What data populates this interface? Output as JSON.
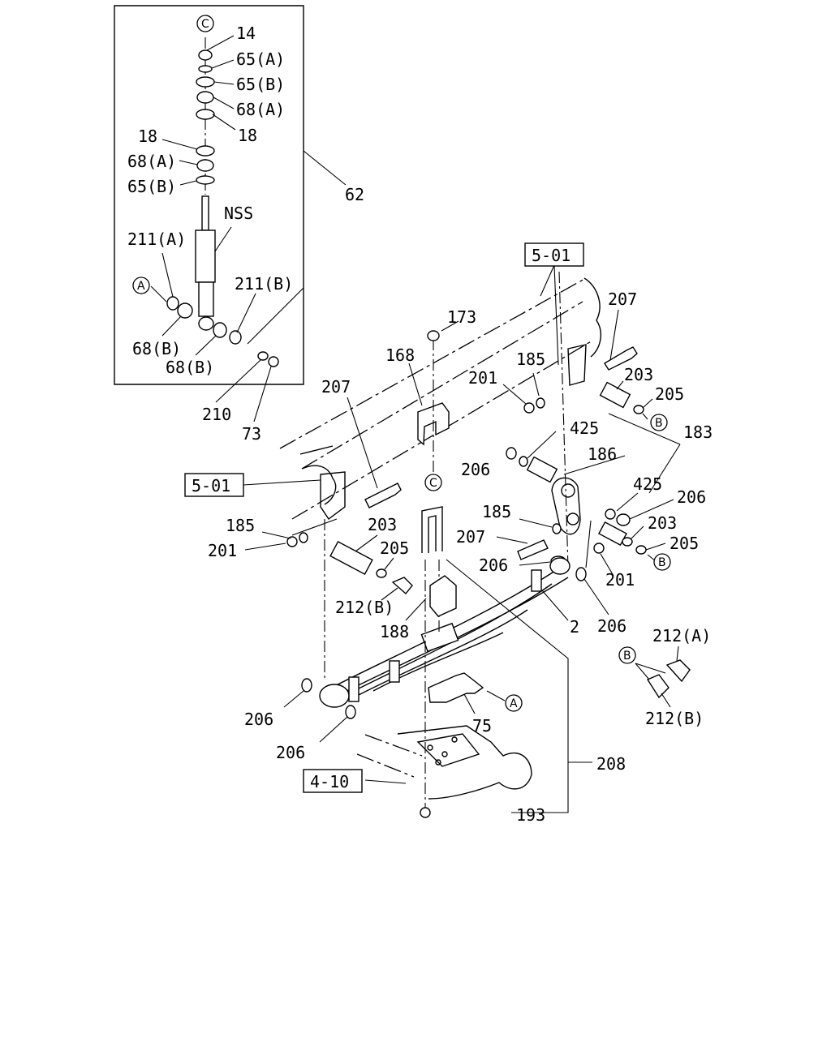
{
  "callouts": {
    "c_top": "C",
    "c_bottom": "C",
    "a_left": "A",
    "a_right": "A",
    "b_1": "B",
    "b_2": "B",
    "b_3": "B"
  },
  "refs": {
    "ref_501_top": "5-01",
    "ref_501_left": "5-01",
    "ref_410": "4-10"
  },
  "labels": {
    "l14": "14",
    "l65a": "65(A)",
    "l65b_top": "65(B)",
    "l68a_top": "68(A)",
    "l18_right": "18",
    "l18_left": "18",
    "l68a_left": "68(A)",
    "l65b_left": "65(B)",
    "lnss": "NSS",
    "l211a": "211(A)",
    "l211b": "211(B)",
    "l68b_left": "68(B)",
    "l68b_bottom": "68(B)",
    "l62": "62",
    "l210": "210",
    "l73": "73",
    "l173": "173",
    "l168": "168",
    "l207_top": "207",
    "l185_top": "185",
    "l201_top": "201",
    "l203_top": "203",
    "l205_top": "205",
    "l183": "183",
    "l425_top": "425",
    "l186": "186",
    "l206_mid": "206",
    "l207_left": "207",
    "l425_right": "425",
    "l206_right": "206",
    "l185_mid": "185",
    "l203_right": "203",
    "l207_mid": "207",
    "l205_right": "205",
    "l206_center": "206",
    "l201_right": "201",
    "l185_left": "185",
    "l203_left": "203",
    "l201_left": "201",
    "l205_left": "205",
    "l212b_left": "212(B)",
    "l188": "188",
    "l2": "2",
    "l206_far": "206",
    "l212a": "212(A)",
    "l212b_right": "212(B)",
    "l206_bl1": "206",
    "l206_bl2": "206",
    "l75": "75",
    "l208": "208",
    "l193": "193"
  }
}
